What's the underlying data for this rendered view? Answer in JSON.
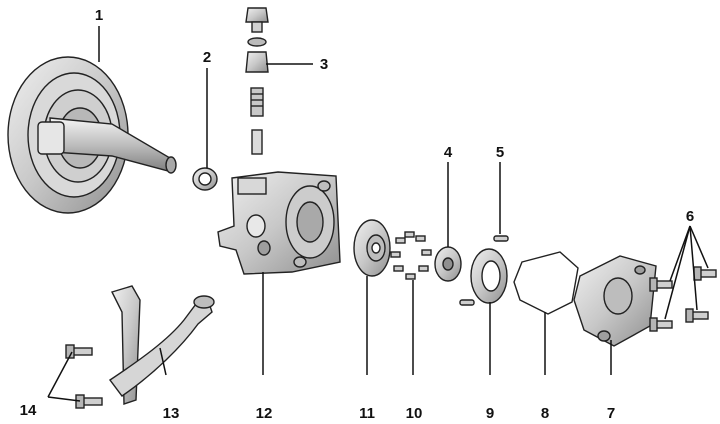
{
  "diagram": {
    "callouts": [
      {
        "id": "1",
        "label": "1"
      },
      {
        "id": "2",
        "label": "2"
      },
      {
        "id": "3",
        "label": "3"
      },
      {
        "id": "4",
        "label": "4"
      },
      {
        "id": "5",
        "label": "5"
      },
      {
        "id": "6",
        "label": "6"
      },
      {
        "id": "7",
        "label": "7"
      },
      {
        "id": "8",
        "label": "8"
      },
      {
        "id": "9",
        "label": "9"
      },
      {
        "id": "10",
        "label": "10"
      },
      {
        "id": "11",
        "label": "11"
      },
      {
        "id": "12",
        "label": "12"
      },
      {
        "id": "13",
        "label": "13"
      },
      {
        "id": "14",
        "label": "14"
      }
    ],
    "colors": {
      "ink": "#111111",
      "part_light": "#e2e2e2",
      "part_mid": "#c4c4c4",
      "part_dark": "#9a9a9a",
      "background": "#ffffff"
    }
  }
}
